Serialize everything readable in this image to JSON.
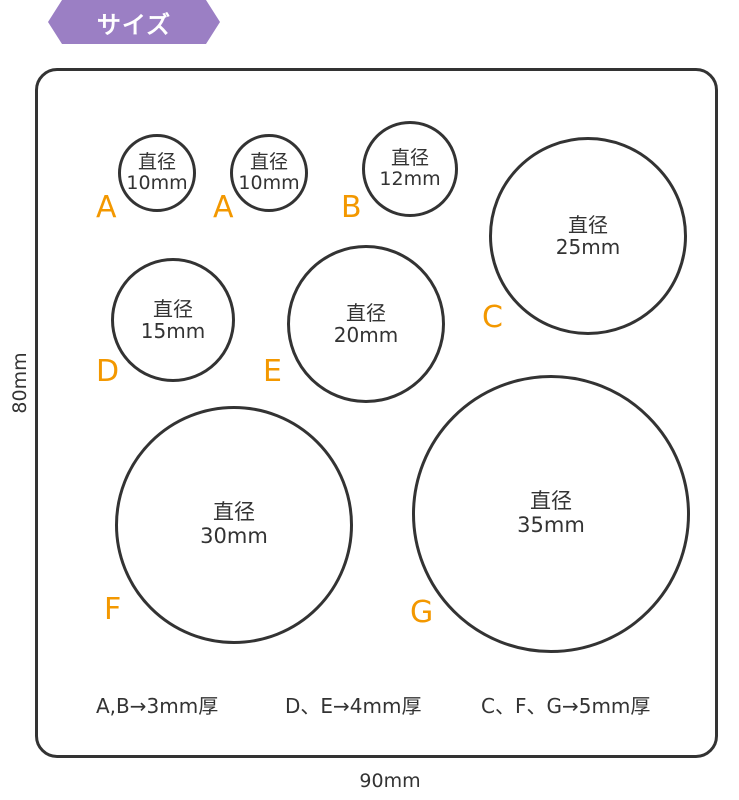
{
  "tag": {
    "label": "サイズ",
    "color": "#9b7fc4"
  },
  "dimensions": {
    "width": "90mm",
    "height": "80mm"
  },
  "pieces": [
    {
      "letter": "A",
      "line1": "直径",
      "line2": "10mm"
    },
    {
      "letter": "A",
      "line1": "直径",
      "line2": "10mm"
    },
    {
      "letter": "B",
      "line1": "直径",
      "line2": "12mm"
    },
    {
      "letter": "C",
      "line1": "直径",
      "line2": "25mm"
    },
    {
      "letter": "D",
      "line1": "直径",
      "line2": "15mm"
    },
    {
      "letter": "E",
      "line1": "直径",
      "line2": "20mm"
    },
    {
      "letter": "F",
      "line1": "直径",
      "line2": "30mm"
    },
    {
      "letter": "G",
      "line1": "直径",
      "line2": "35mm"
    }
  ],
  "thickness_notes": [
    "A,B→3mm厚",
    "D、E→4mm厚",
    "C、F、G→5mm厚"
  ],
  "colors": {
    "letter": "#f39800",
    "outline": "#333333"
  }
}
